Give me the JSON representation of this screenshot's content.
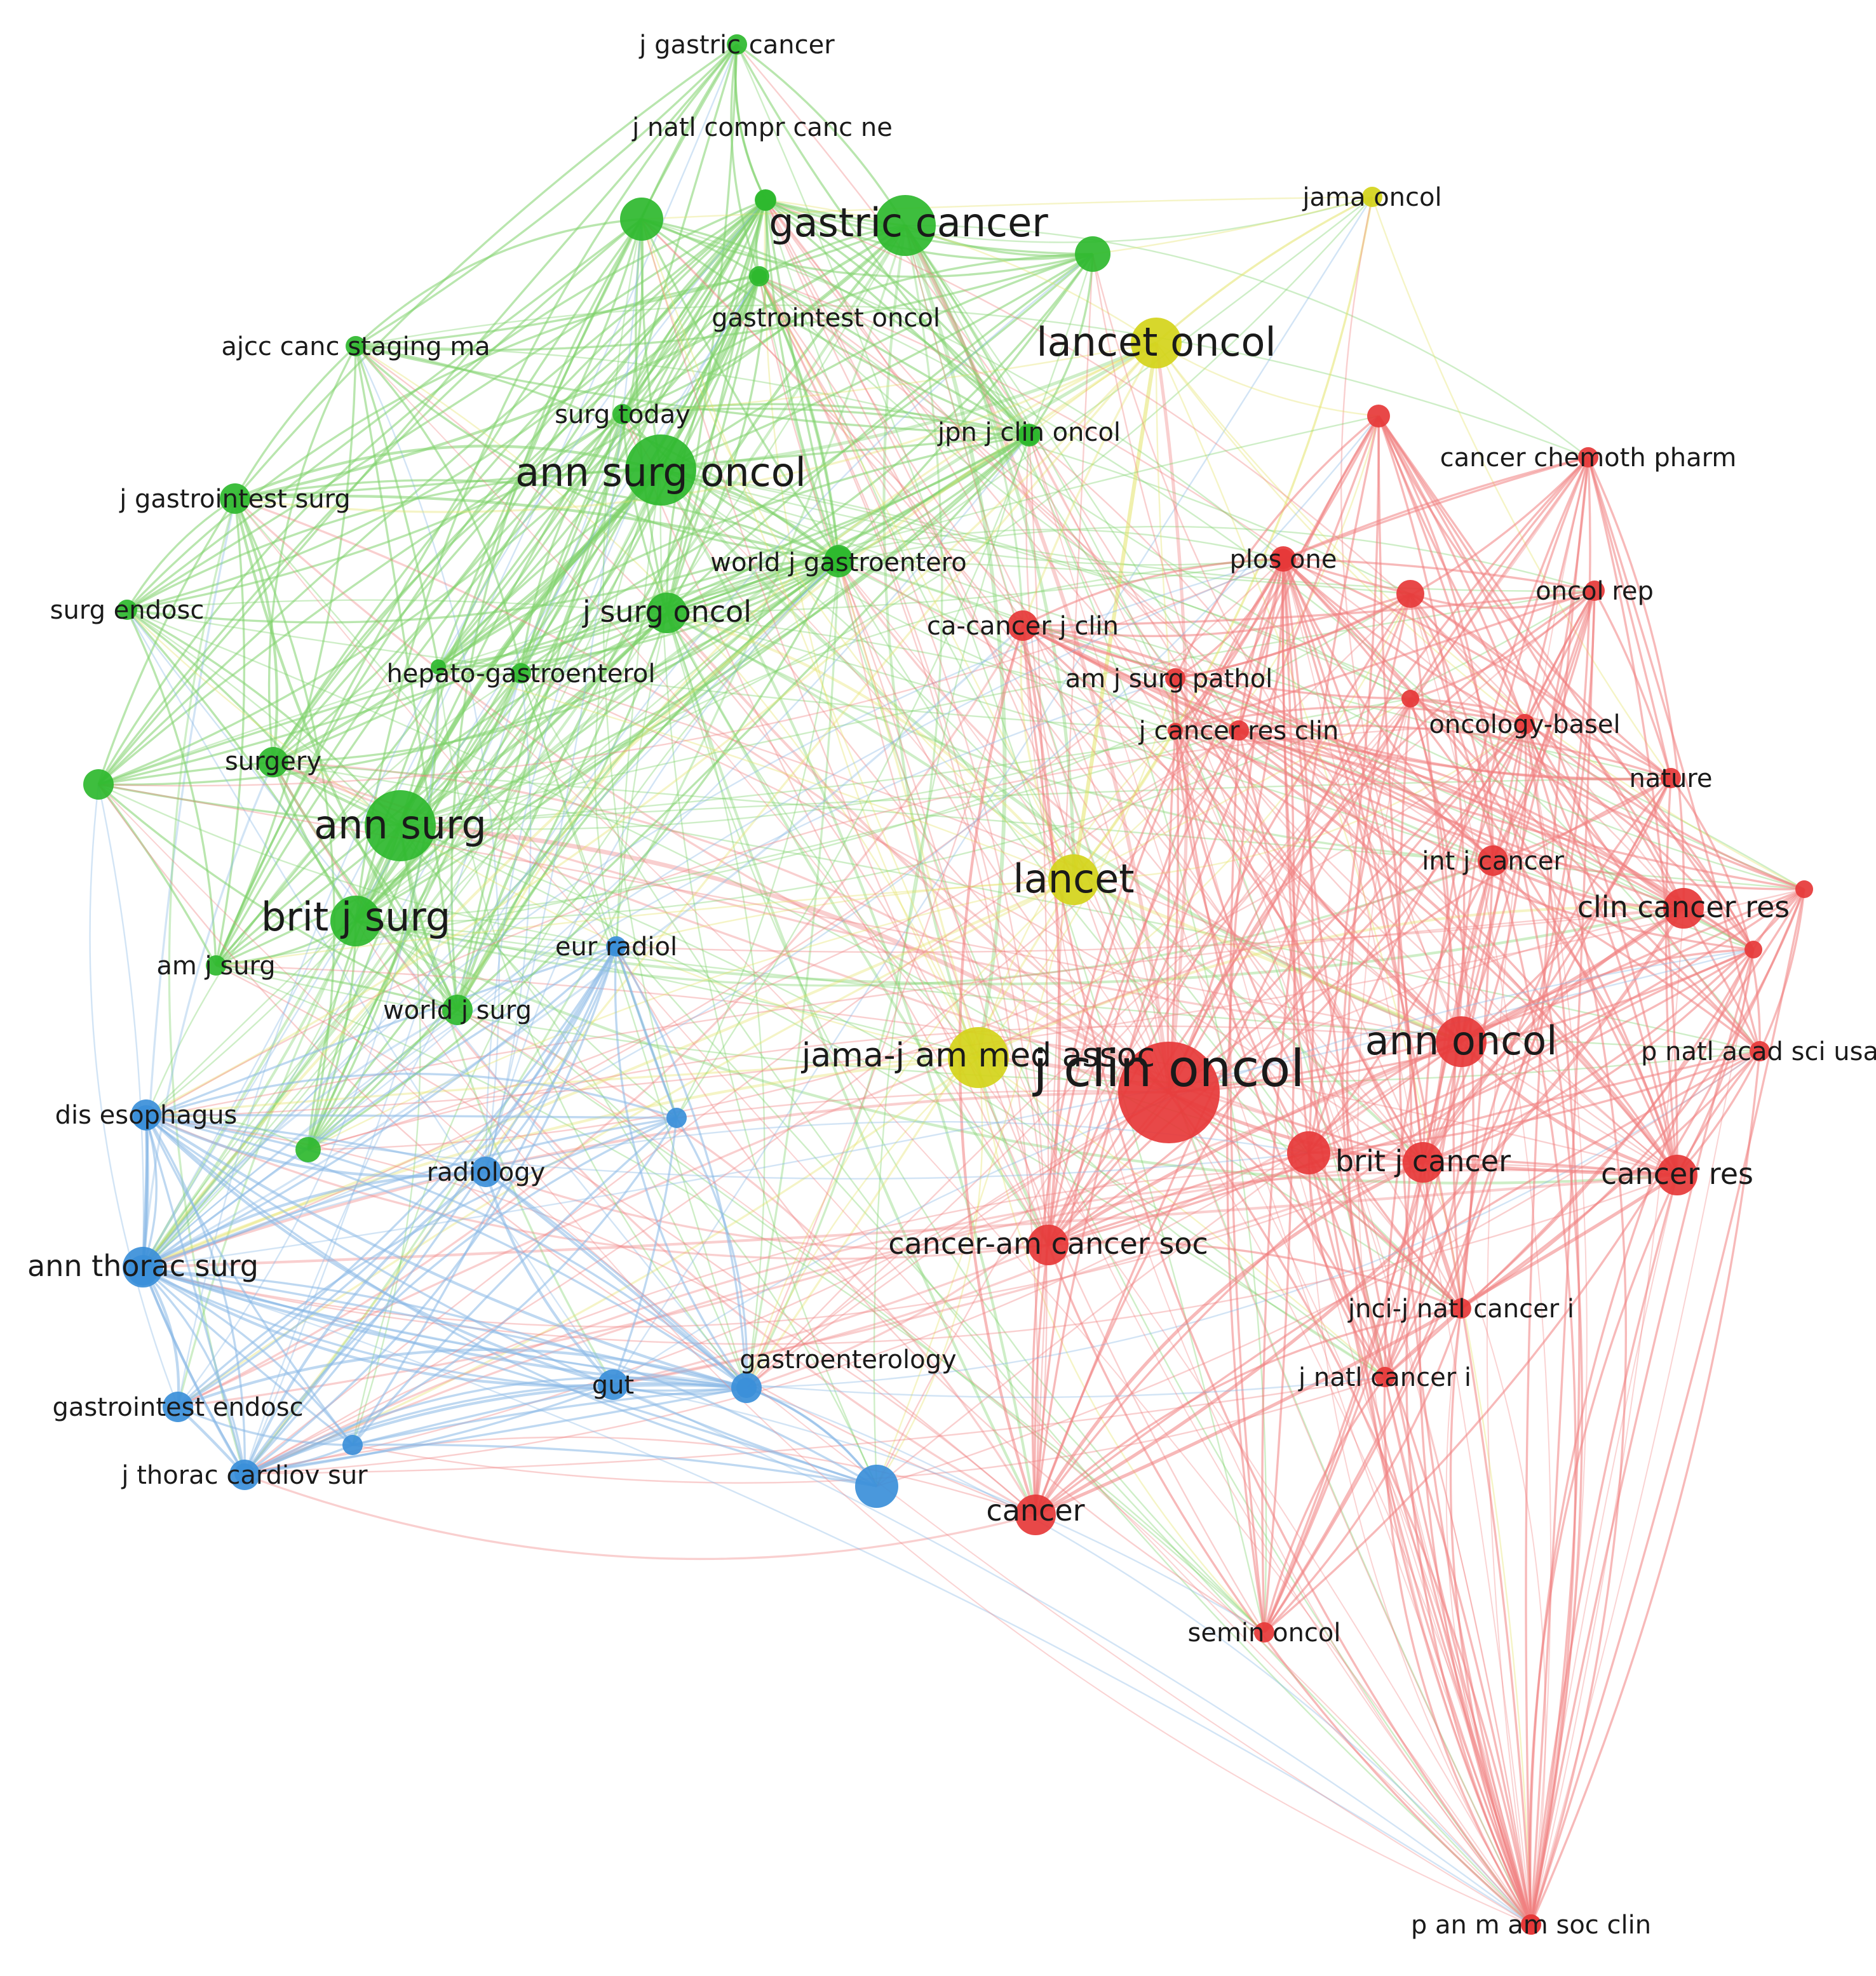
{
  "clusters": {
    "green": "#2eb82e",
    "yellow": "#d4d41a",
    "red": "#e63838",
    "blue": "#3b8fd9"
  },
  "edge_colors": {
    "green": "#7fd26b",
    "yellow": "#e4e36a",
    "red": "#f08080",
    "blue": "#88b8e6"
  },
  "nodes": [
    {
      "id": "j-gastric-cancer",
      "label": "j gastric cancer",
      "cluster": "green",
      "weight": 1
    },
    {
      "id": "j-natl-compr-canc-ne",
      "label": "j natl compr canc ne",
      "cluster": "green",
      "weight": 1
    },
    {
      "id": "gastric-cancer",
      "label": "gastric cancer",
      "cluster": "green",
      "weight": 5
    },
    {
      "id": "gastrointest-oncol",
      "label": "gastrointest oncol",
      "cluster": "green",
      "weight": 1
    },
    {
      "id": "ajcc-canc-staging-ma",
      "label": "ajcc canc staging ma",
      "cluster": "green",
      "weight": 1
    },
    {
      "id": "surg-today",
      "label": "surg today",
      "cluster": "green",
      "weight": 1
    },
    {
      "id": "ann-surg-oncol",
      "label": "ann surg oncol",
      "cluster": "green",
      "weight": 6
    },
    {
      "id": "j-gastrointest-surg",
      "label": "j gastrointest surg",
      "cluster": "green",
      "weight": 2
    },
    {
      "id": "world-j-gastroentero",
      "label": "world j gastroentero",
      "cluster": "green",
      "weight": 2
    },
    {
      "id": "surg-endosc",
      "label": "surg endosc",
      "cluster": "green",
      "weight": 1
    },
    {
      "id": "j-surg-oncol",
      "label": "j surg oncol",
      "cluster": "green",
      "weight": 3
    },
    {
      "id": "hepato-gastroenterol",
      "label": "hepato-gastroenterol",
      "cluster": "green",
      "weight": 1
    },
    {
      "id": "surgery",
      "label": "surgery",
      "cluster": "green",
      "weight": 2
    },
    {
      "id": "ann-surg",
      "label": "ann surg",
      "cluster": "green",
      "weight": 6
    },
    {
      "id": "brit-j-surg",
      "label": "brit j surg",
      "cluster": "green",
      "weight": 4
    },
    {
      "id": "am-j-surg",
      "label": "am j surg",
      "cluster": "green",
      "weight": 1
    },
    {
      "id": "world-j-surg",
      "label": "world j surg",
      "cluster": "green",
      "weight": 2
    },
    {
      "id": "jpn-j-clin-oncol",
      "label": "jpn j clin oncol",
      "cluster": "green",
      "weight": 1
    },
    {
      "id": "jama-oncol",
      "label": "jama oncol",
      "cluster": "yellow",
      "weight": 1
    },
    {
      "id": "lancet-oncol",
      "label": "lancet oncol",
      "cluster": "yellow",
      "weight": 4
    },
    {
      "id": "lancet",
      "label": "lancet",
      "cluster": "yellow",
      "weight": 4
    },
    {
      "id": "jama-j-am-med-assoc",
      "label": "jama-j am med assoc",
      "cluster": "yellow",
      "weight": 5
    },
    {
      "id": "cancer-chemoth-pharm",
      "label": "cancer chemoth pharm",
      "cluster": "red",
      "weight": 1
    },
    {
      "id": "plos-one",
      "label": "plos one",
      "cluster": "red",
      "weight": 1
    },
    {
      "id": "oncol-rep",
      "label": "oncol rep",
      "cluster": "red",
      "weight": 1
    },
    {
      "id": "ca-cancer-j-clin",
      "label": "ca-cancer j clin",
      "cluster": "red",
      "weight": 2
    },
    {
      "id": "am-j-surg-pathol",
      "label": "am j surg pathol",
      "cluster": "red",
      "weight": 1
    },
    {
      "id": "j-cancer-res-clin",
      "label": "j cancer res clin",
      "cluster": "red",
      "weight": 1
    },
    {
      "id": "oncology-basel",
      "label": "oncology-basel",
      "cluster": "red",
      "weight": 1
    },
    {
      "id": "nature",
      "label": "nature",
      "cluster": "red",
      "weight": 1
    },
    {
      "id": "int-j-cancer",
      "label": "int j cancer",
      "cluster": "red",
      "weight": 2
    },
    {
      "id": "clin-cancer-res",
      "label": "clin cancer res",
      "cluster": "red",
      "weight": 3
    },
    {
      "id": "ann-oncol",
      "label": "ann oncol",
      "cluster": "red",
      "weight": 4
    },
    {
      "id": "p-natl-acad-sci-usa",
      "label": "p natl acad sci usa",
      "cluster": "red",
      "weight": 1
    },
    {
      "id": "j-clin-oncol",
      "label": "j clin oncol",
      "cluster": "red",
      "weight": 9
    },
    {
      "id": "brit-j-cancer",
      "label": "brit j cancer",
      "cluster": "red",
      "weight": 3
    },
    {
      "id": "cancer-res",
      "label": "cancer res",
      "cluster": "red",
      "weight": 3
    },
    {
      "id": "cancer-am-cancer-soc",
      "label": "cancer-am cancer soc",
      "cluster": "red",
      "weight": 3
    },
    {
      "id": "jnci-j-natl-cancer-i",
      "label": "jnci-j natl cancer i",
      "cluster": "red",
      "weight": 1
    },
    {
      "id": "j-natl-cancer-i",
      "label": "j natl cancer i",
      "cluster": "red",
      "weight": 1
    },
    {
      "id": "cancer",
      "label": "cancer",
      "cluster": "red",
      "weight": 3
    },
    {
      "id": "semin-oncol",
      "label": "semin oncol",
      "cluster": "red",
      "weight": 1
    },
    {
      "id": "p-am-m-am-soc-clin",
      "label": "p an m am soc clin",
      "cluster": "red",
      "weight": 1
    },
    {
      "id": "eur-radiol",
      "label": "eur radiol",
      "cluster": "blue",
      "weight": 1
    },
    {
      "id": "dis-esophagus",
      "label": "dis esophagus",
      "cluster": "blue",
      "weight": 2
    },
    {
      "id": "radiology",
      "label": "radiology",
      "cluster": "blue",
      "weight": 2
    },
    {
      "id": "ann-thorac-surg",
      "label": "ann thorac surg",
      "cluster": "blue",
      "weight": 3
    },
    {
      "id": "gut",
      "label": "gut",
      "cluster": "blue",
      "weight": 2
    },
    {
      "id": "gastroenterology",
      "label": "gastroenterology",
      "cluster": "blue",
      "weight": 2
    },
    {
      "id": "gastrointest-endosc",
      "label": "gastrointest endosc",
      "cluster": "blue",
      "weight": 2
    },
    {
      "id": "j-thorac-cardiov-sur",
      "label": "j thorac cardiov sur",
      "cluster": "blue",
      "weight": 2
    }
  ]
}
